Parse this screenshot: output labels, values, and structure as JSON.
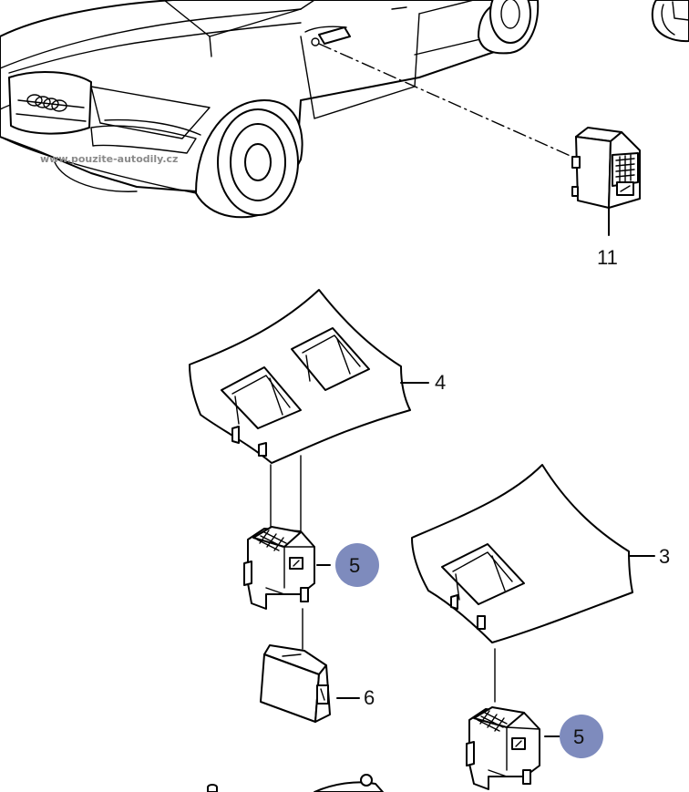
{
  "watermark": "www.pouzite-autodily.cz",
  "callouts": {
    "c11": "11",
    "c4": "4",
    "c3": "3",
    "c5a": "5",
    "c5b": "5",
    "c6": "6"
  },
  "colors": {
    "highlight_badge": "#7e8bbd",
    "line": "#000000"
  }
}
